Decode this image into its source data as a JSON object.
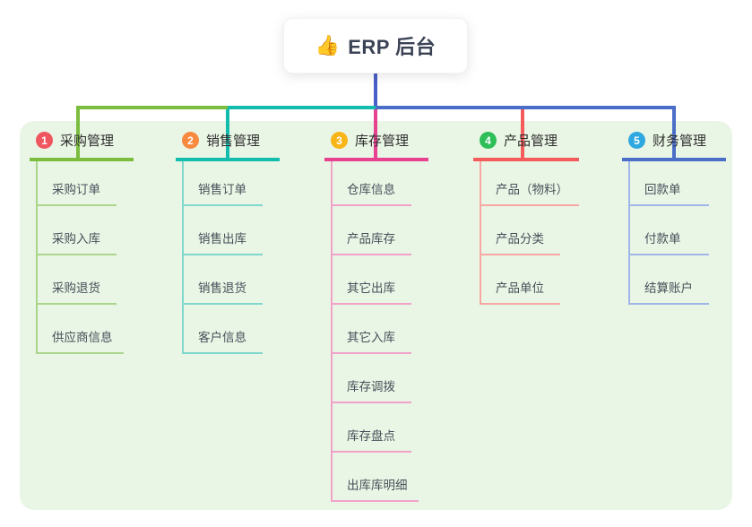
{
  "root": {
    "icon": "thumbs-up-icon",
    "icon_char": "👍",
    "title": "ERP 后台"
  },
  "branches": [
    {
      "number": "1",
      "title": "采购管理",
      "badge_color": "#F05660",
      "line_color": "#7CBD40",
      "child_line_color": "#ABD58C",
      "children": [
        "采购订单",
        "采购入库",
        "采购退货",
        "供应商信息"
      ]
    },
    {
      "number": "2",
      "title": "销售管理",
      "badge_color": "#F78A3E",
      "line_color": "#14BCAE",
      "child_line_color": "#7FD7CD",
      "children": [
        "销售订单",
        "销售出库",
        "销售退货",
        "客户信息"
      ]
    },
    {
      "number": "3",
      "title": "库存管理",
      "badge_color": "#F8B517",
      "line_color": "#E6428F",
      "child_line_color": "#F2A2C9",
      "children": [
        "仓库信息",
        "产品库存",
        "其它出库",
        "其它入库",
        "库存调拨",
        "库存盘点",
        "出库库明细"
      ]
    },
    {
      "number": "4",
      "title": "产品管理",
      "badge_color": "#2EBE58",
      "line_color": "#F45C5C",
      "child_line_color": "#F8A7A4",
      "children": [
        "产品（物料）",
        "产品分类",
        "产品单位"
      ]
    },
    {
      "number": "5",
      "title": "财务管理",
      "badge_color": "#2FA7E0",
      "line_color": "#4B6FC8",
      "child_line_color": "#9FB6E6",
      "children": [
        "回款单",
        "付款单",
        "结算账户"
      ]
    }
  ],
  "colors": {
    "canvas_bg": "#FFFFFF",
    "panel_bg": "#EAF6E5",
    "root_connector": "#4A5FC7",
    "root_text": "#3A4254",
    "branch_text": "#2E2E2E",
    "child_text": "#46505A"
  }
}
